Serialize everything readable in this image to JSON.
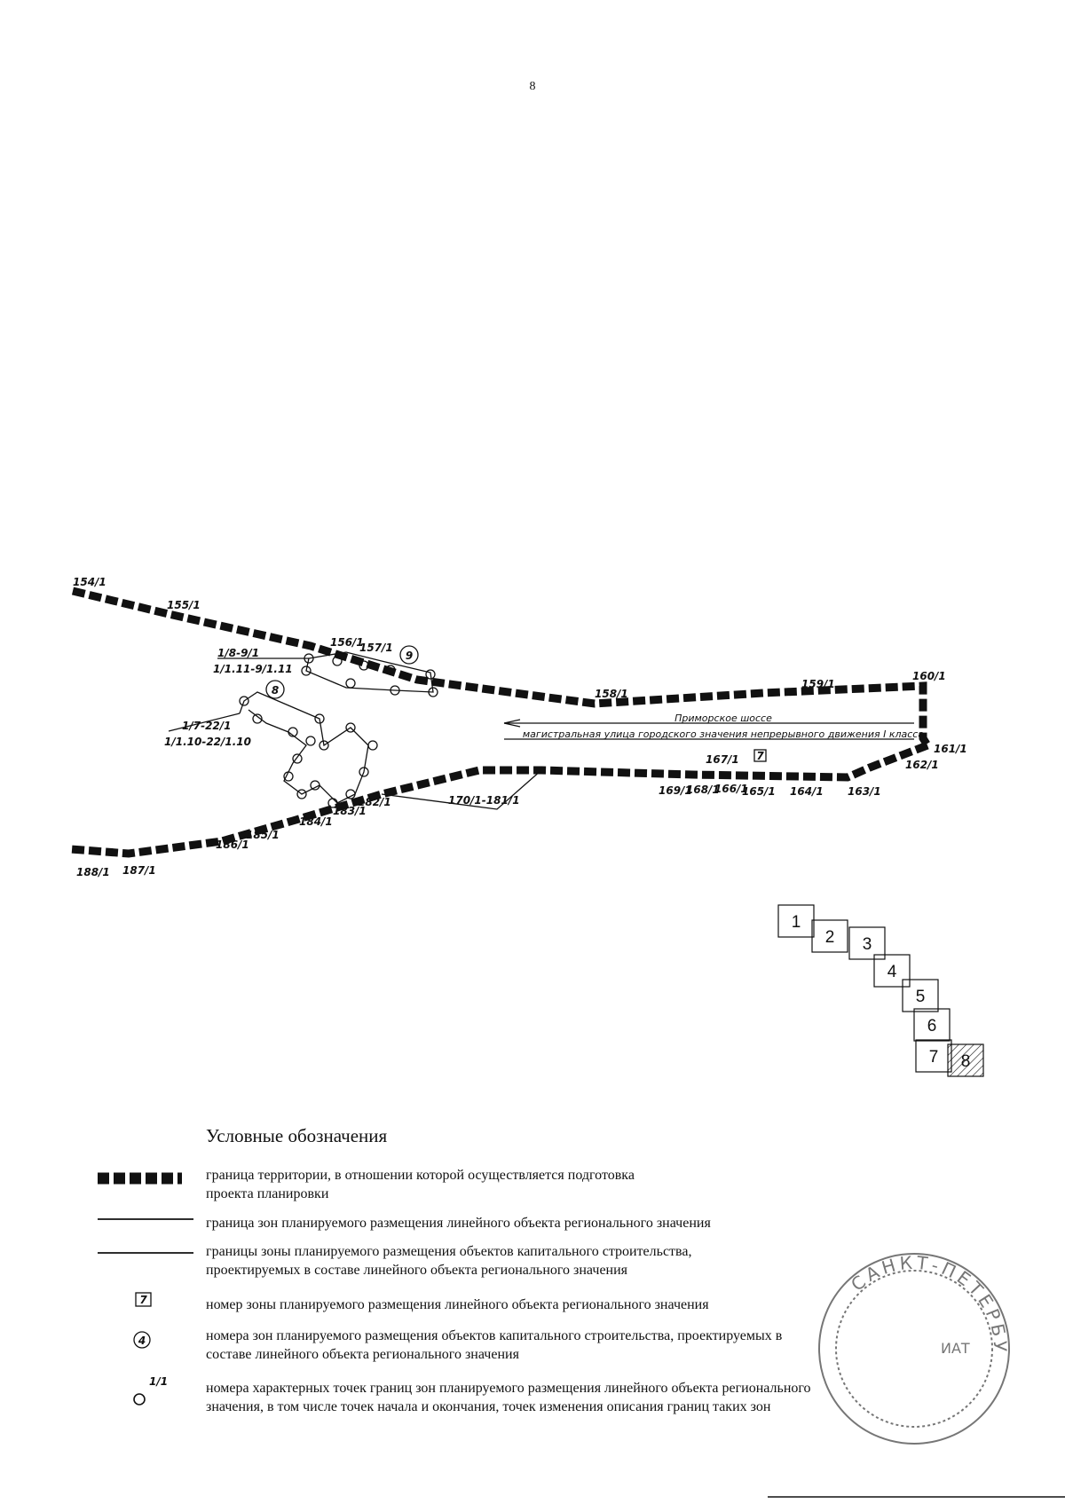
{
  "page_number": "8",
  "map": {
    "boundary_labels": [
      "154/1",
      "155/1",
      "156/1",
      "157/1",
      "158/1",
      "159/1",
      "160/1",
      "161/1",
      "162/1",
      "163/1",
      "164/1",
      "165/1",
      "166/1",
      "167/1",
      "168/1",
      "169/1",
      "170/1-181/1",
      "182/1",
      "183/1",
      "184/1",
      "185/1",
      "186/1",
      "187/1",
      "188/1"
    ],
    "zone_labels": {
      "zone8_points_top": "1/7-22/1",
      "zone8_points_bottom": "1/1.10-22/1.10",
      "zone9_points_top": "1/8-9/1",
      "zone9_points_bottom": "1/1.11-9/1.11",
      "zone8_number": "8",
      "zone9_number": "9",
      "linear_zone_number": "7"
    },
    "road_name": "Приморское шоссе",
    "road_description": "магистральная улица городского значения непрерывного движения I класса"
  },
  "sheet_index": [
    "1",
    "2",
    "3",
    "4",
    "5",
    "6",
    "7",
    "8"
  ],
  "legend": {
    "title": "Условные обозначения",
    "items": [
      {
        "line1": "граница территории, в отношении которой осуществляется подготовка",
        "line2": "проекта планировки"
      },
      {
        "line1": "граница зон планируемого размещения линейного объекта регионального значения",
        "line2": ""
      },
      {
        "line1": "границы зоны планируемого размещения объектов капитального строительства,",
        "line2": "проектируемых  в составе линейного объекта регионального значения"
      },
      {
        "line1": "номер зоны планируемого размещения линейного объекта регионального значения",
        "line2": "",
        "symbol": "7"
      },
      {
        "line1": "номера зон планируемого размещения объектов капитального строительства, проектируемых в",
        "line2": "составе линейного объекта регионального значения",
        "symbol": "4"
      },
      {
        "line1": "номера характерных точек границ зон планируемого размещения линейного объекта регионального",
        "line2": "значения, в том числе точек начала и окончания, точек изменения описания границ таких зон",
        "symbol": "1/1"
      }
    ]
  },
  "stamp": {
    "text": "САНКТ-ПЕТЕРБУРГ",
    "inner": "ИАТ"
  }
}
